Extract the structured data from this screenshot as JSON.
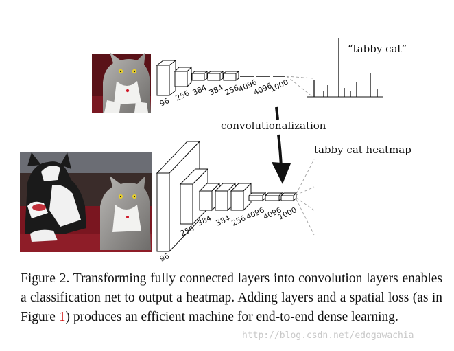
{
  "figure": {
    "top_network": {
      "layer_labels": [
        "96",
        "256",
        "384",
        "384",
        "256",
        "4096",
        "4096",
        "1000"
      ],
      "output_label": "“tabby cat”"
    },
    "arrow_label": "convolutionalization",
    "bottom_network": {
      "layer_labels": [
        "96",
        "256",
        "384",
        "384",
        "256",
        "4096",
        "4096",
        "1000"
      ],
      "output_label": "tabby cat heatmap"
    }
  },
  "caption": {
    "prefix": "Figure 2.   Transforming fully connected layers into convolution layers enables a classification net to output a heatmap.  Adding layers and a spatial loss (as in Figure ",
    "ref": "1",
    "suffix": ") produces an efficient machine for end-to-end dense learning."
  },
  "watermark": "http://blog.csdn.net/edogawachia"
}
